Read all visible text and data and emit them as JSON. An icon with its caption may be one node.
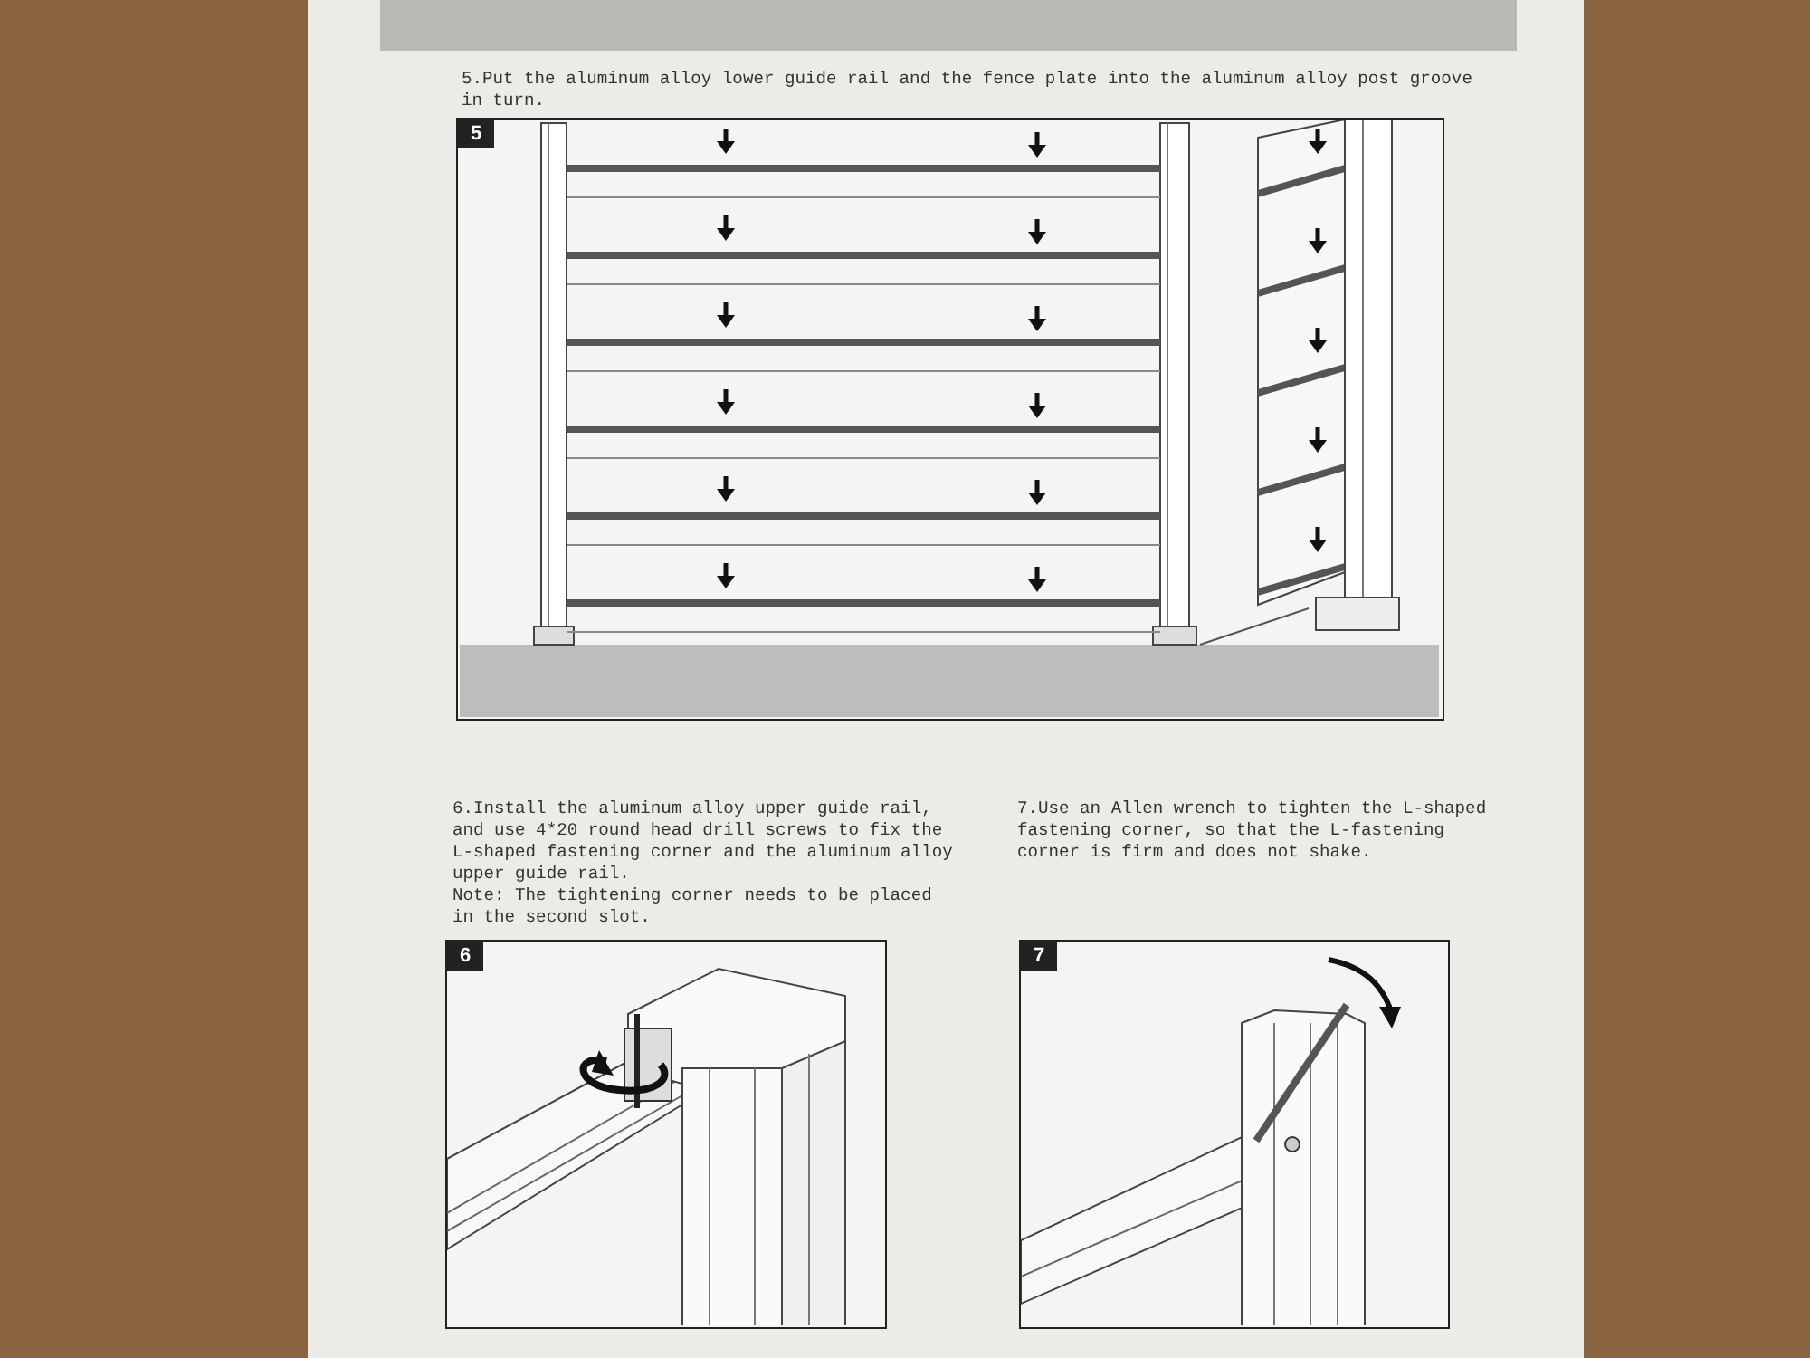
{
  "diagram": {
    "nodes": [
      {
        "text": [
          "5"
        ]
      },
      {
        "text": [
          "6"
        ]
      },
      {
        "text": [
          "7"
        ]
      }
    ],
    "edges": [],
    "labels": [
      "5.Put the aluminum alloy lower guide rail and the fence plate into the aluminum alloy post groove in turn.",
      "6.Install the aluminum alloy upper guide rail, and use 4*20 round head drill screws to fix the L-shaped fastening corner and the aluminum alloy upper guide rail.",
      "Note: The tightening corner needs to be placed in the second slot.",
      "7.Use an Allen wrench to tighten the L-shaped fastening corner, so that the L-fastening corner is firm and does not shake."
    ]
  }
}
